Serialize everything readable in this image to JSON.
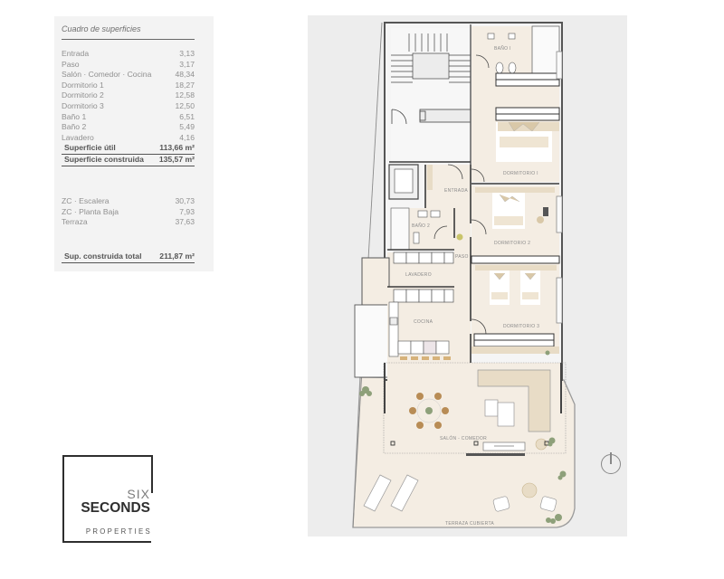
{
  "surfaces_table": {
    "title": "Cuadro de superficies",
    "rooms": [
      {
        "name": "Entrada",
        "area": "3,13"
      },
      {
        "name": "Paso",
        "area": "3,17"
      },
      {
        "name": "Salón · Comedor · Cocina",
        "area": "48,34"
      },
      {
        "name": "Dormitorio 1",
        "area": "18,27"
      },
      {
        "name": "Dormitorio 2",
        "area": "12,58"
      },
      {
        "name": "Dormitorio 3",
        "area": "12,50"
      },
      {
        "name": "Baño 1",
        "area": "6,51"
      },
      {
        "name": "Baño 2",
        "area": "5,49"
      },
      {
        "name": "Lavadero",
        "area": "4,16"
      }
    ],
    "useful_surface": {
      "label": "Superficie útil",
      "value": "113,66 m²"
    },
    "built_surface": {
      "label": "Superficie construida",
      "value": "135,57 m²"
    },
    "extras": [
      {
        "name": "ZC · Escalera",
        "area": "30,73"
      },
      {
        "name": "ZC · Planta Baja",
        "area": "7,93"
      },
      {
        "name": "Terraza",
        "area": "37,63"
      }
    ],
    "total_built": {
      "label": "Sup. construida total",
      "value": "211,87 m²"
    }
  },
  "floor_plan": {
    "room_labels": {
      "bano1": "BAÑO I",
      "dormitorio1": "DORMITORIO I",
      "entrada": "ENTRADA",
      "bano2": "BAÑO 2",
      "dormitorio2": "DORMITORIO 2",
      "paso": "PASO",
      "lavadero": "LAVADERO",
      "cocina": "COCINA",
      "dormitorio3": "DORMITORIO 3",
      "salon": "SALÓN - COMEDOR",
      "terraza": "TERRAZA CUBIERTA"
    },
    "colors": {
      "floor": "#f4ede3",
      "wood": "#e8dcc6",
      "wall": "#3a3a3a",
      "grey_zone": "#f5f5f5",
      "plant": "#8ea07a",
      "chair": "#b88c55"
    },
    "compass_icon": "north-arrow-icon"
  },
  "logo": {
    "line1": "SIX",
    "line2": "SECONDS",
    "line3": "PROPERTIES"
  }
}
